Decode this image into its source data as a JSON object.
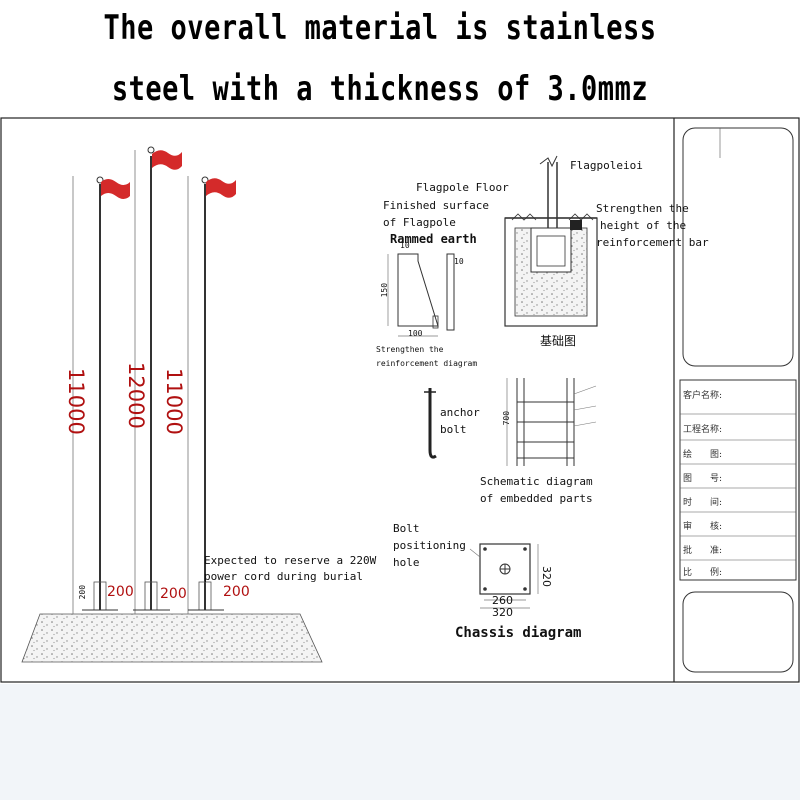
{
  "header": {
    "line1": "The overall material is stainless",
    "line2": "steel with a thickness of 3.0mmz"
  },
  "poles": {
    "left_height": "11000",
    "middle_height": "12000",
    "right_height": "11000",
    "spacing_left": "200",
    "spacing_middle": "200",
    "spacing_right": "200",
    "base_small": "200",
    "flag_color": "#d42a2a"
  },
  "notes": {
    "power_cord": "Expected to reserve a 220W",
    "power_cord_2": "power cord during burial"
  },
  "section": {
    "flagpole": "Flagpoleioi",
    "flagpole_floor": "Flagpole Floor",
    "finished_surface_1": "Finished surface",
    "finished_surface_2": "of Flagpole",
    "rammed_earth": "Rammed earth",
    "strengthen_1": "Strengthen the",
    "strengthen_2": "height of the",
    "strengthen_3": "reinforcement bar",
    "foundation_caption": "基础图"
  },
  "rebar": {
    "dim_top_left": "10",
    "dim_top_right": "10",
    "dim_height": "150",
    "dim_bottom": "100",
    "caption_1": "Strengthen the",
    "caption_2": "reinforcement diagram"
  },
  "anchor": {
    "label_1": "anchor",
    "label_2": "bolt"
  },
  "embedded": {
    "dim_height": "700",
    "caption_1": "Schematic diagram",
    "caption_2": "of embedded parts"
  },
  "chassis": {
    "bolt_1": "Bolt",
    "bolt_2": "positioning",
    "bolt_3": "hole",
    "dim_side": "320",
    "dim_inner": "260",
    "dim_outer": "320",
    "caption": "Chassis diagram"
  },
  "title_block": {
    "client": "客户名称:",
    "project": "工程名称:",
    "drawn": "绘　　图:",
    "drawing_no": "图　　号:",
    "time": "时　　间:",
    "review": "审　　核:",
    "approve": "批　　准:",
    "scale": "比　　例:"
  }
}
